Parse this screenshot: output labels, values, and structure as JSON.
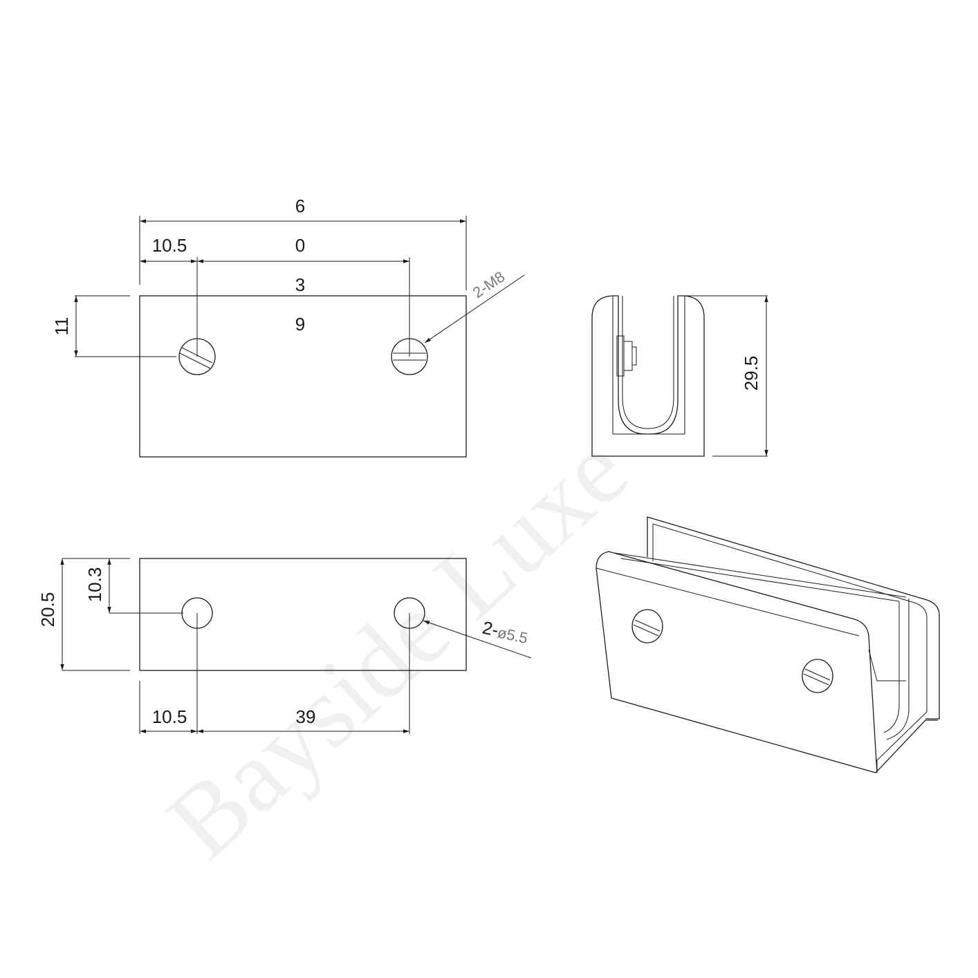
{
  "front_view": {
    "dim_overall_digits": [
      "6",
      "0",
      "3",
      "9"
    ],
    "dim_left_offset": "10.5",
    "dim_top_offset": "11",
    "thread_note": "2-M8"
  },
  "side_view": {
    "dim_height": "29.5"
  },
  "bottom_view": {
    "dim_height": "20.5",
    "dim_hole_offset_v": "10.3",
    "dim_left_offset": "10.5",
    "dim_hole_pitch": "39",
    "hole_note_prefix": "2-",
    "hole_note_dia": "ø5.5"
  },
  "watermark": "Bayside Luxe",
  "colors": {
    "line": "#1a1a1a",
    "note": "#777777"
  }
}
